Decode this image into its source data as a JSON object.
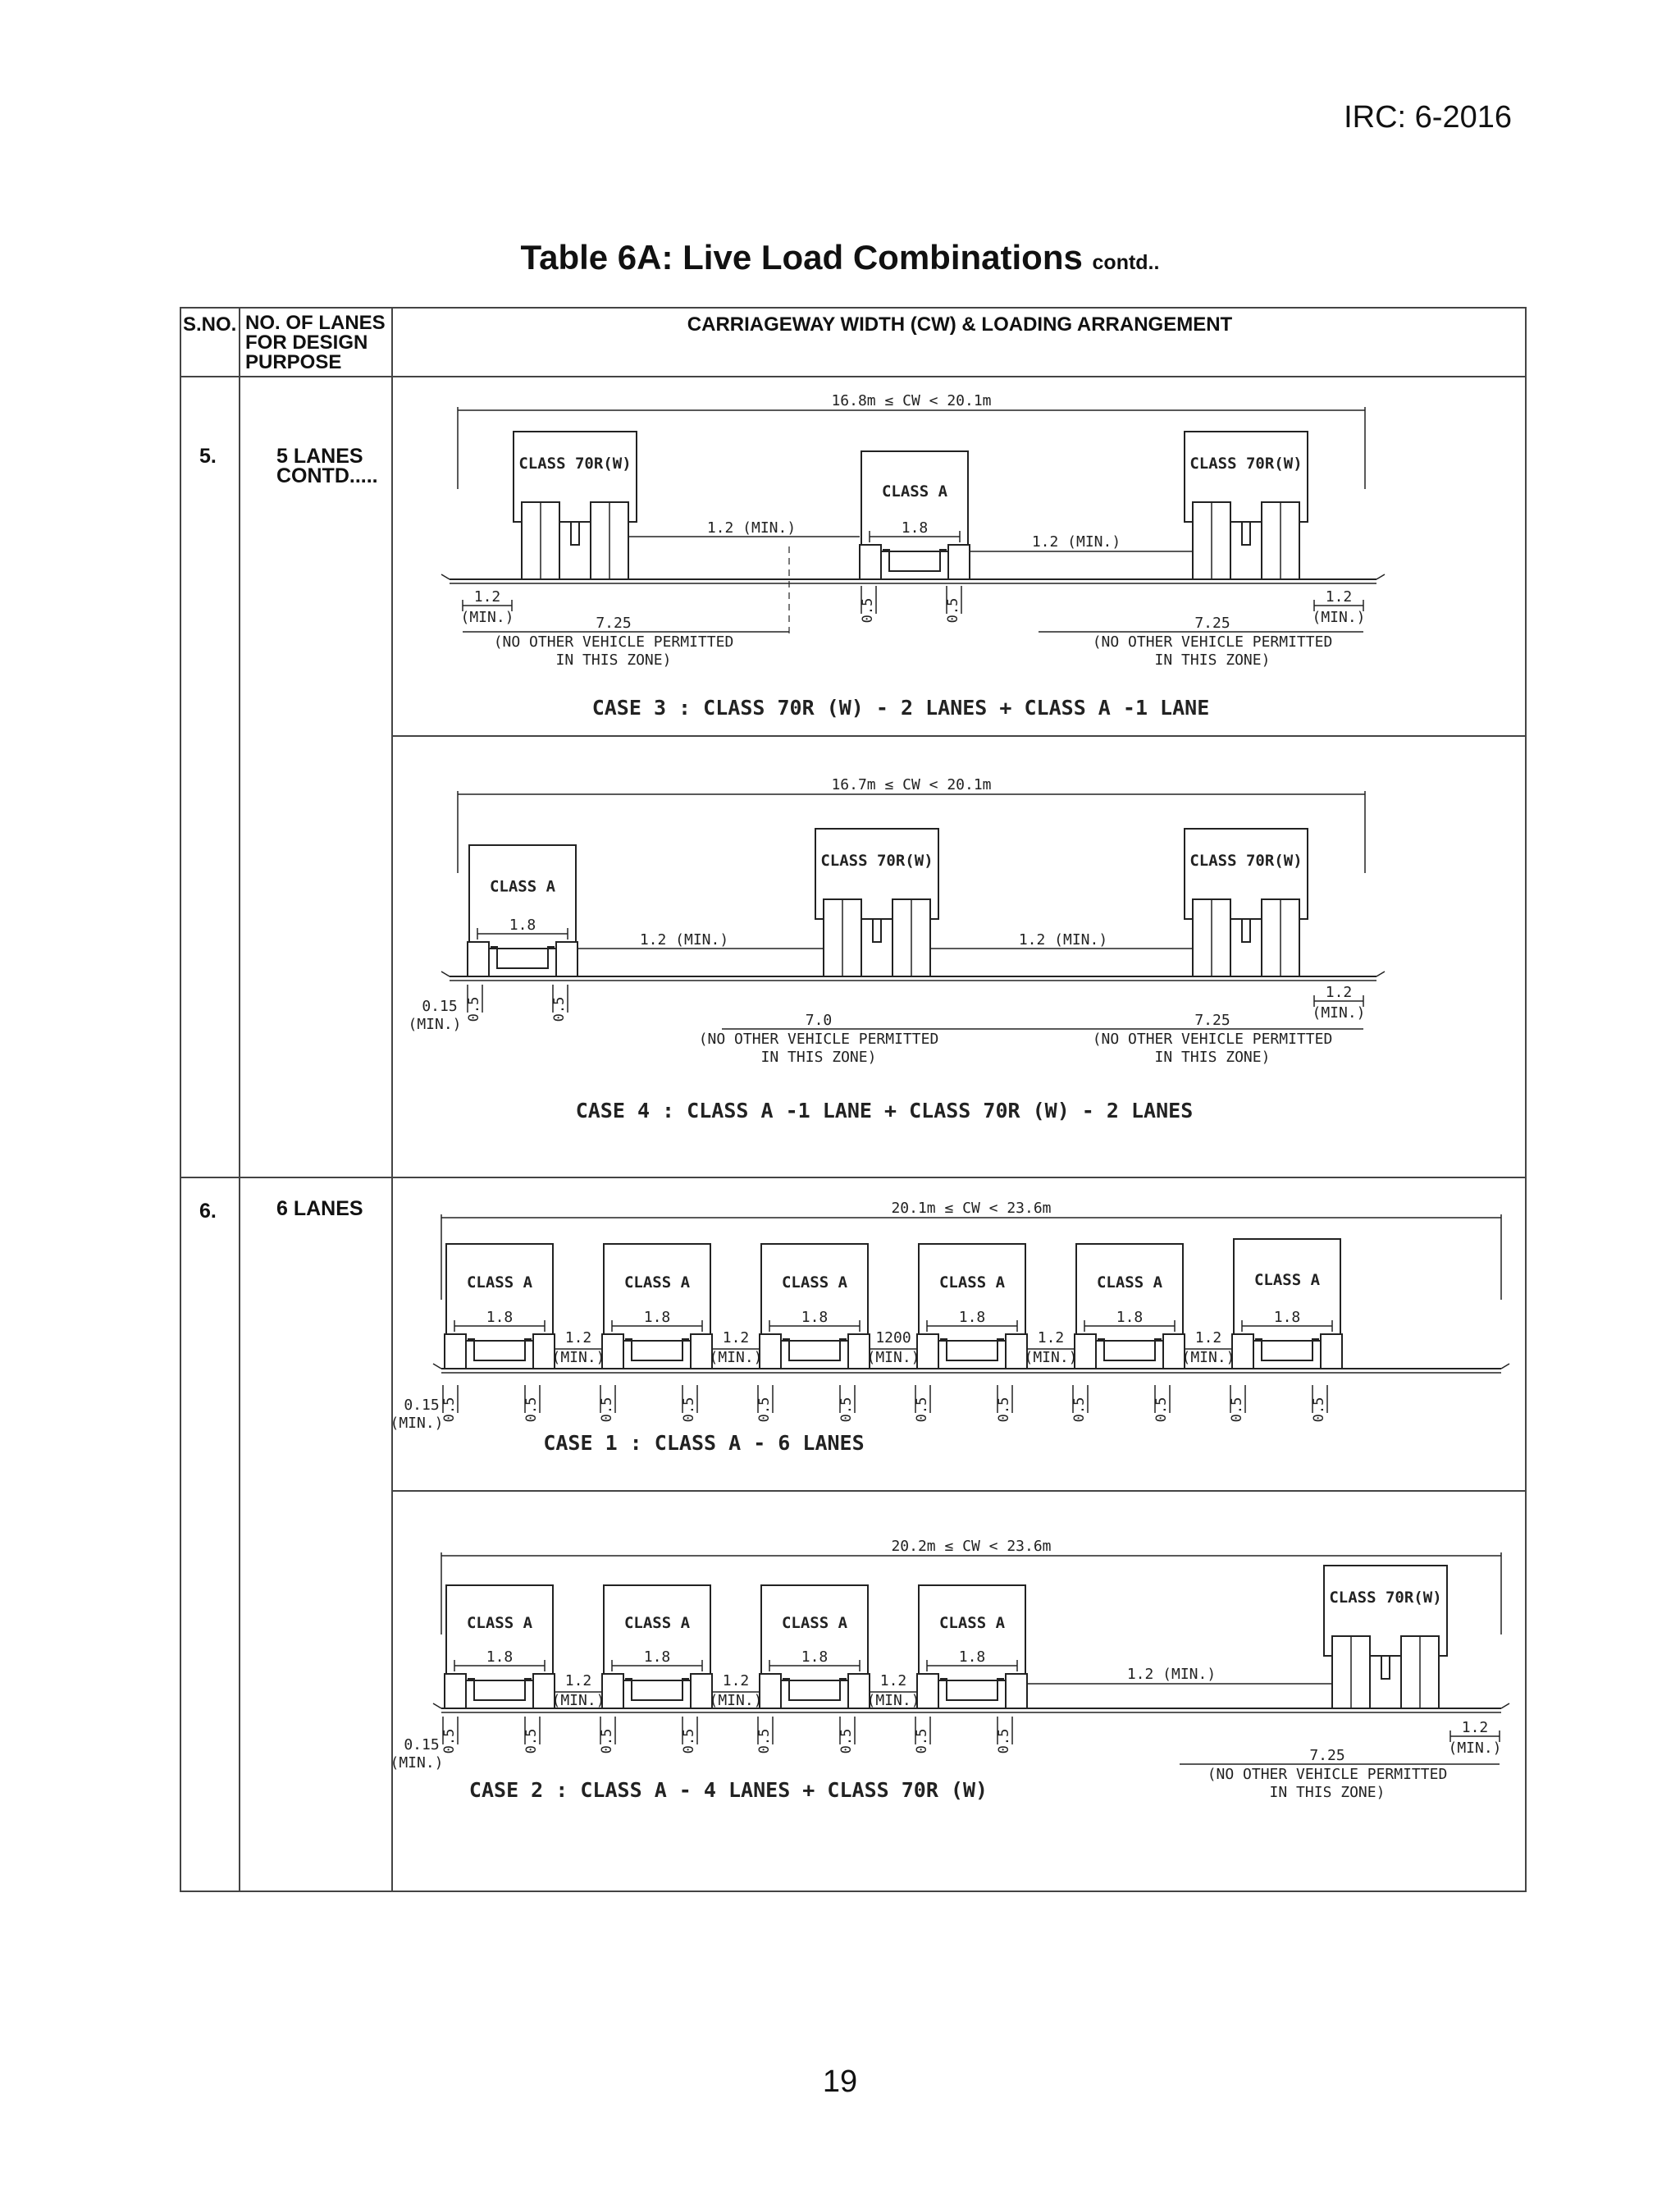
{
  "header": {
    "doc_code": "IRC: 6-2016"
  },
  "title": {
    "main": "Table 6A: Live Load Combinations",
    "suffix": "contd.."
  },
  "table": {
    "col_headers": [
      "S.NO.",
      "NO. OF LANES FOR DESIGN PURPOSE",
      "CARRIAGEWAY WIDTH (CW) & LOADING ARRANGEMENT"
    ],
    "rows": [
      {
        "sno": "5.",
        "lanes": "5 LANES CONTD....."
      },
      {
        "sno": "6.",
        "lanes": "6 LANES"
      }
    ]
  },
  "labels": {
    "class_a": "CLASS A",
    "class_70r": "CLASS 70R(W)",
    "w18": "1.8",
    "gap_min": "1.2 (MIN.)",
    "w12": "1.2",
    "min": "(MIN.)",
    "w05": "0.5",
    "w015": "0.15",
    "w725": "7.25",
    "w70": "7.0",
    "w1200": "1200",
    "no_other_1": "(NO OTHER VEHICLE PERMITTED",
    "no_other_2": "IN THIS ZONE)"
  },
  "diagrams": {
    "case3": {
      "cw_range": "16.8m ≤ CW < 20.1m",
      "caption": "CASE 3 :  CLASS 70R (W) - 2 LANES + CLASS A -1 LANE"
    },
    "case4": {
      "cw_range": "16.7m ≤ CW < 20.1m",
      "caption": "CASE 4 :  CLASS A -1 LANE + CLASS 70R (W) - 2 LANES"
    },
    "case6_1": {
      "cw_range": "20.1m ≤ CW < 23.6m",
      "caption": "CASE 1 :  CLASS A - 6 LANES"
    },
    "case6_2": {
      "cw_range": "20.2m ≤ CW < 23.6m",
      "caption": "CASE 2 :  CLASS A - 4 LANES + CLASS 70R (W)"
    }
  },
  "footer": {
    "page_number": "19"
  }
}
